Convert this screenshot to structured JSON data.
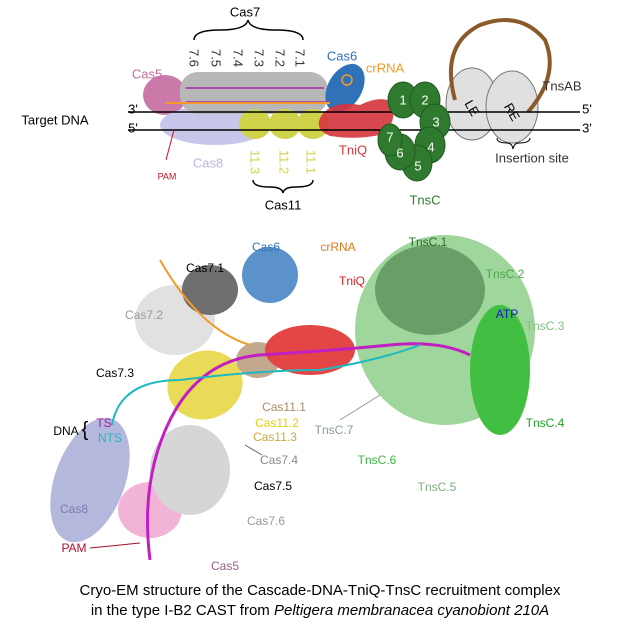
{
  "schematic": {
    "cas7": "Cas7",
    "cas7_subunits": [
      "7.6",
      "7.5",
      "7.4",
      "7.3",
      "7.2",
      "7.1"
    ],
    "cas5": "Cas5",
    "cas6": "Cas6",
    "crrna": "crRNA",
    "target_dna": "Target DNA",
    "strand_top_left": "3'",
    "strand_bottom_left": "5'",
    "strand_top_right": "5'",
    "strand_bottom_right": "3'",
    "pam": "PAM",
    "cas8": "Cas8",
    "cas11_subunits": [
      "11.3",
      "11.2",
      "11.1"
    ],
    "cas11": "Cas11",
    "tniq": "TniQ",
    "tnsc": "TnsC",
    "tnsc_numbers": [
      "1",
      "2",
      "3",
      "4",
      "5",
      "6",
      "7"
    ],
    "tnsab": "TnsAB",
    "le": "LE",
    "re": "RE",
    "insertion_site": "Insertion site"
  },
  "structure": {
    "labels": {
      "cas6": "Cas6",
      "crrna": "crRNA",
      "tnsc1": "TnsC.1",
      "cas7_1": "Cas7.1",
      "tniq": "TniQ",
      "tnsc2": "TnsC.2",
      "cas7_2": "Cas7.2",
      "atp": "ATP",
      "tnsc3": "TnsC.3",
      "cas7_3": "Cas7.3",
      "cas11_1": "Cas11.1",
      "cas11_2": "Cas11.2",
      "cas11_3": "Cas11.3",
      "tnsc7": "TnsC.7",
      "tnsc4": "TnsC.4",
      "dna": "DNA",
      "ts": "TS",
      "nts": "NTS",
      "cas7_4": "Cas7.4",
      "tnsc6": "TnsC.6",
      "cas7_5": "Cas7.5",
      "tnsc5": "TnsC.5",
      "cas8": "Cas8",
      "cas7_6": "Cas7.6",
      "pam": "PAM",
      "cas5": "Cas5"
    }
  },
  "caption": {
    "line1": "Cryo-EM structure of the Cascade-DNA-TniQ-TnsC recruitment complex",
    "line2_prefix": "in the type I-B2 CAST from ",
    "line2_italic": "Peltigera membranacea cyanobiont 210A"
  },
  "colors": {
    "cas5": "#c46aa0",
    "cas6": "#2f72b8",
    "crrna": "#f39a2b",
    "cas7": "#b5b5b5",
    "cas8": "#b9b6e0",
    "cas11": "#cfd34a",
    "tniq": "#d6343c",
    "tnsc": "#2f7a2f",
    "tnsab_loop": "#8b5a2b",
    "pam": "#c8102e",
    "ts": "#c21fc2",
    "nts": "#1fb8c2",
    "atp": "#1a1ac8"
  }
}
